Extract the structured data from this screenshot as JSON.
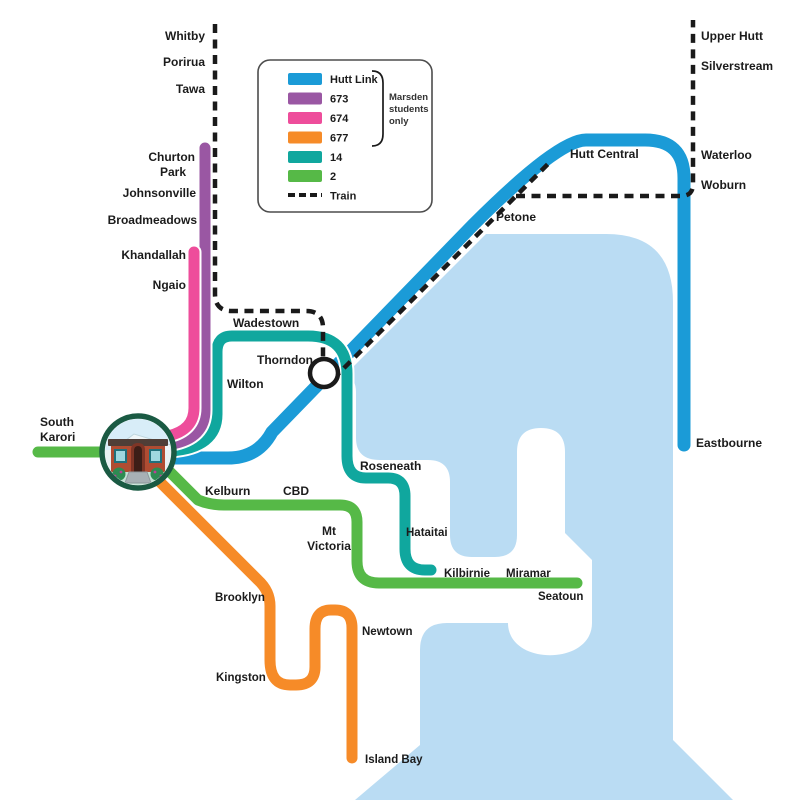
{
  "legend": {
    "items": [
      {
        "id": "hutt-link",
        "label": "Hutt Link",
        "color": "#1B9BD7"
      },
      {
        "id": "673",
        "label": "673",
        "color": "#9A57A3"
      },
      {
        "id": "674",
        "label": "674",
        "color": "#EE4D9B"
      },
      {
        "id": "677",
        "label": "677",
        "color": "#F68B28"
      },
      {
        "id": "14",
        "label": "14",
        "color": "#10A79E"
      },
      {
        "id": "2",
        "label": "2",
        "color": "#56B947"
      }
    ],
    "train_label": "Train",
    "note_lines": [
      "Marsden",
      "students",
      "only"
    ]
  },
  "routes": {
    "hutt_link": {
      "color": "#1B9BD7"
    },
    "r673": {
      "color": "#9A57A3"
    },
    "r674": {
      "color": "#EE4D9B"
    },
    "r677": {
      "color": "#F68B28"
    },
    "r14": {
      "color": "#10A79E"
    },
    "r2": {
      "color": "#56B947"
    },
    "train": {
      "color": "#1A1A1A"
    }
  },
  "map": {
    "water_color": "#BADCF3"
  },
  "stations": [
    {
      "label": "Whitby"
    },
    {
      "label": "Porirua"
    },
    {
      "label": "Tawa"
    },
    {
      "label": "Churton Park",
      "lines": [
        "Churton",
        "Park"
      ]
    },
    {
      "label": "Johnsonville"
    },
    {
      "label": "Broadmeadows"
    },
    {
      "label": "Khandallah"
    },
    {
      "label": "Ngaio"
    },
    {
      "label": "Upper Hutt"
    },
    {
      "label": "Silverstream"
    },
    {
      "label": "Waterloo"
    },
    {
      "label": "Woburn"
    },
    {
      "label": "Hutt Central"
    },
    {
      "label": "Petone"
    },
    {
      "label": "Wadestown"
    },
    {
      "label": "Thorndon"
    },
    {
      "label": "Wilton"
    },
    {
      "label": "South Karori",
      "lines": [
        "South",
        "Karori"
      ]
    },
    {
      "label": "Kelburn"
    },
    {
      "label": "CBD"
    },
    {
      "label": "Mt Victoria",
      "lines": [
        "Mt",
        "Victoria"
      ]
    },
    {
      "label": "Roseneath"
    },
    {
      "label": "Hataitai"
    },
    {
      "label": "Kilbirnie"
    },
    {
      "label": "Miramar"
    },
    {
      "label": "Seatoun"
    },
    {
      "label": "Brooklyn"
    },
    {
      "label": "Kingston"
    },
    {
      "label": "Newtown"
    },
    {
      "label": "Island Bay"
    },
    {
      "label": "Eastbourne"
    }
  ]
}
